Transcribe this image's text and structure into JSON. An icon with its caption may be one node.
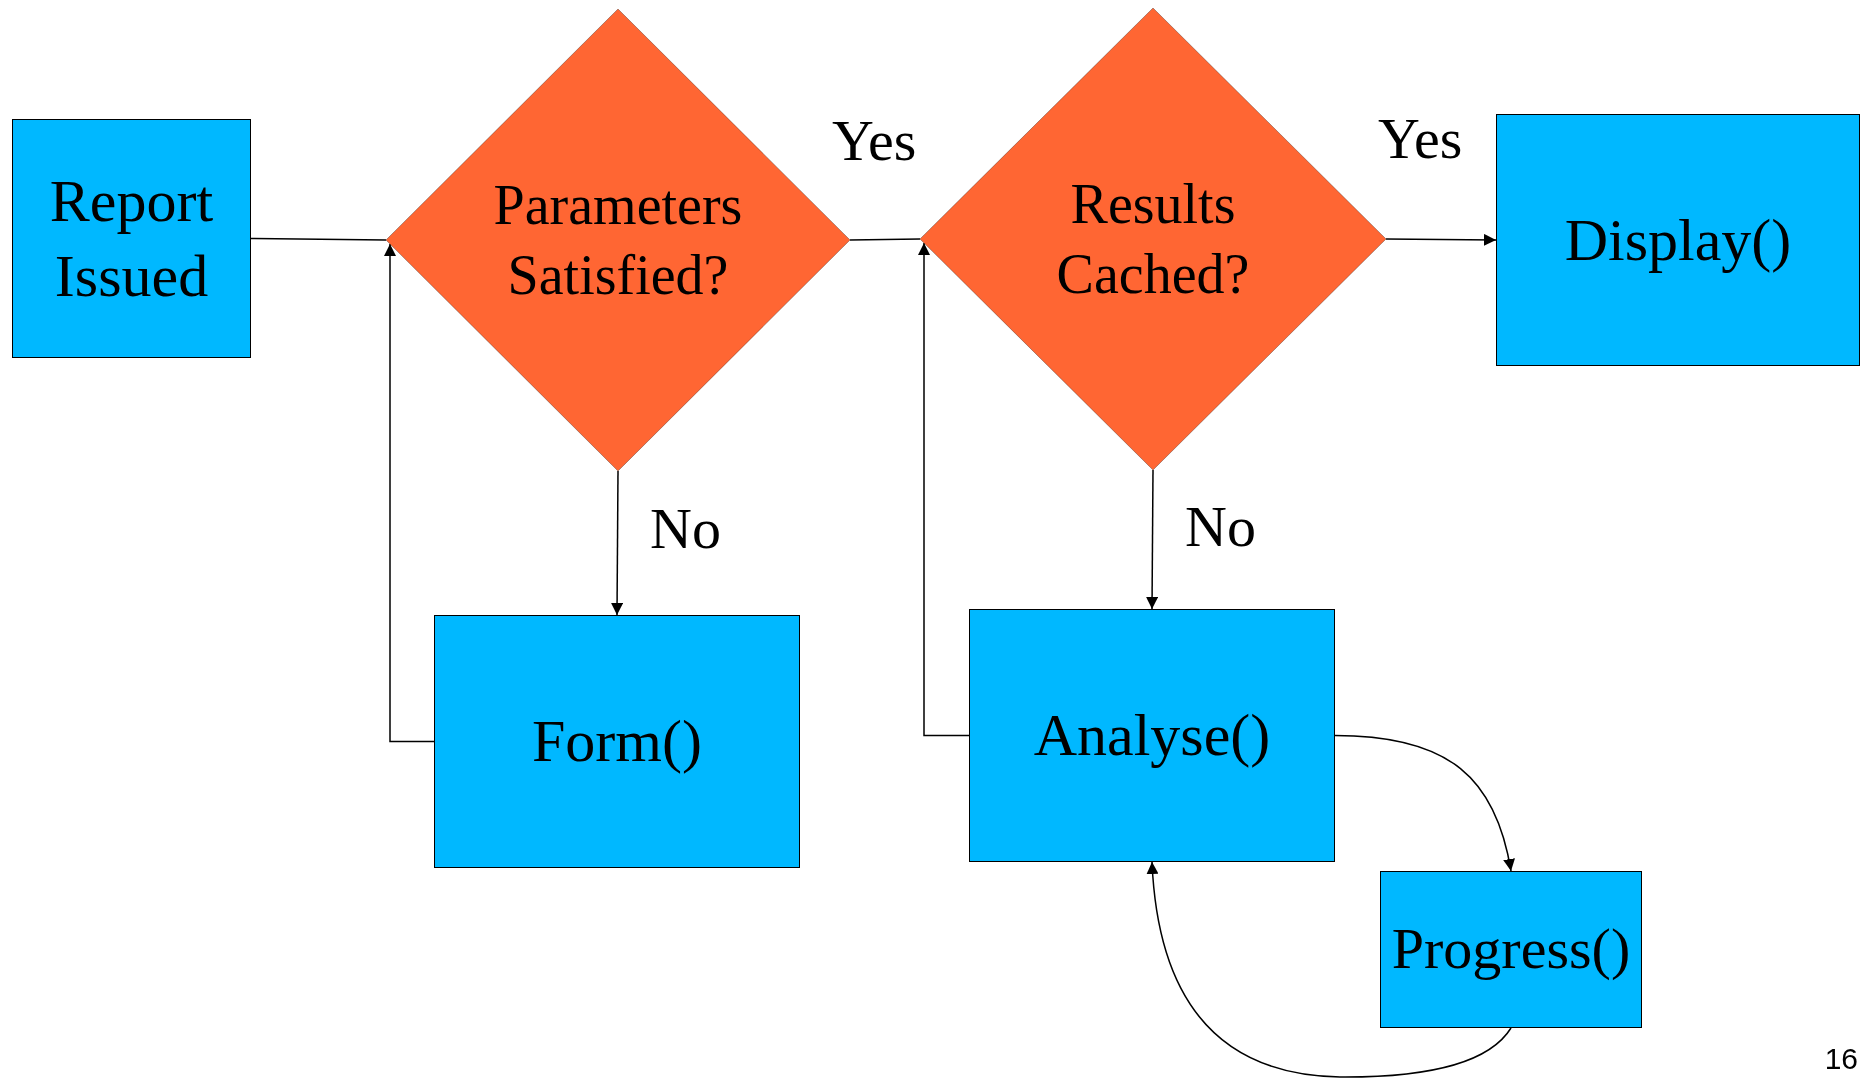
{
  "diagram": {
    "nodes": [
      {
        "text": [
          "Report Issued"
        ]
      },
      {
        "text": [
          "Parameters Satisfied?"
        ]
      },
      {
        "text": [
          "Results Cached?"
        ]
      },
      {
        "text": [
          "Display()"
        ]
      },
      {
        "text": [
          "Form()"
        ]
      },
      {
        "text": [
          "Analyse()"
        ]
      },
      {
        "text": [
          "Progress()"
        ]
      }
    ],
    "edges": [
      {
        "from": 0,
        "to": 1,
        "arrow": "none"
      },
      {
        "from": 1,
        "to": 2,
        "arrow": "none",
        "label": "Yes"
      },
      {
        "from": 2,
        "to": 3,
        "arrow": "to",
        "label": "Yes"
      },
      {
        "from": 1,
        "to": 4,
        "arrow": "to",
        "label": "No"
      },
      {
        "from": 4,
        "to": 1,
        "arrow": "to"
      },
      {
        "from": 2,
        "to": 5,
        "arrow": "to",
        "label": "No"
      },
      {
        "from": 5,
        "to": 2,
        "arrow": "to"
      },
      {
        "from": 5,
        "to": 6,
        "arrow": "to"
      },
      {
        "from": 6,
        "to": 5,
        "arrow": "to"
      }
    ],
    "labels": [
      "16"
    ]
  }
}
